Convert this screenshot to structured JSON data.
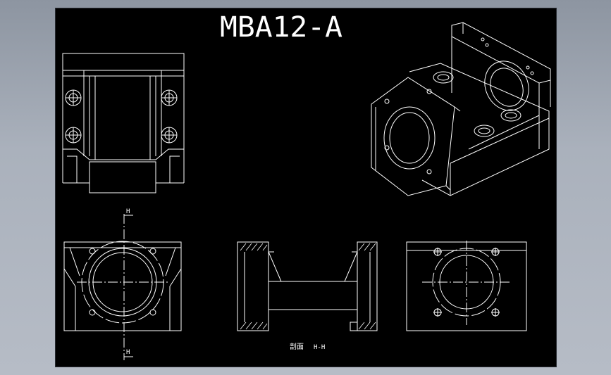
{
  "drawing": {
    "title": "MBA12-A",
    "section_marker_top": "H",
    "section_marker_bottom": "H",
    "section_caption_prefix": "剖面",
    "section_caption": "H-H"
  },
  "colors": {
    "background_outer": "#aab1bc",
    "canvas": "#000000",
    "line": "#ffffff"
  }
}
